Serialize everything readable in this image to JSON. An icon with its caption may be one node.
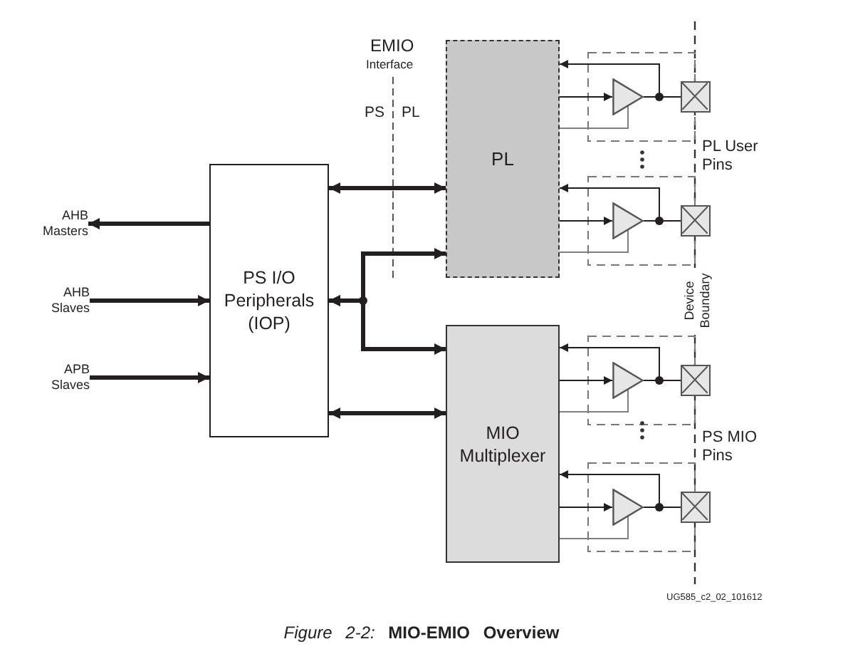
{
  "diagram": {
    "caption": "*Figure 2-2:* **MIO-EMIO Overview**",
    "nodes": [
      {
        "text": [
          "AHB Masters"
        ]
      },
      {
        "text": [
          "AHB Slaves"
        ]
      },
      {
        "text": [
          "APB Slaves"
        ]
      },
      {
        "text": [
          "PS I/O Peripherals (IOP)"
        ]
      },
      {
        "text": [
          "PL"
        ]
      },
      {
        "text": [
          "MIO Multiplexer"
        ]
      },
      {
        "text": [],
        "shape": "triangle"
      },
      {
        "text": [],
        "shape": "triangle"
      },
      {
        "text": [],
        "shape": "triangle"
      },
      {
        "text": [],
        "shape": "triangle"
      },
      {
        "text": [],
        "shape": "box"
      },
      {
        "text": [],
        "shape": "box"
      },
      {
        "text": [],
        "shape": "box"
      },
      {
        "text": [],
        "shape": "box"
      }
    ],
    "edges": [
      {
        "from": 3,
        "to": 0,
        "arrow": "to",
        "style": "thick"
      },
      {
        "from": 1,
        "to": 3,
        "arrow": "to",
        "style": "thick"
      },
      {
        "from": 2,
        "to": 3,
        "arrow": "to",
        "style": "thick"
      },
      {
        "from": 3,
        "to": 4,
        "arrow": "both",
        "style": "thick"
      },
      {
        "from": 3,
        "to": 4,
        "arrow": "both",
        "style": "thick"
      },
      {
        "from": 3,
        "to": 5,
        "arrow": "both",
        "style": "thick"
      },
      {
        "from": 3,
        "to": 5,
        "arrow": "both",
        "style": "thick"
      },
      {
        "from": 4,
        "to": 6,
        "arrow": "to"
      },
      {
        "from": 4,
        "to": 6,
        "arrow": "none",
        "color": "#808080"
      },
      {
        "from": 6,
        "to": 10,
        "arrow": "none"
      },
      {
        "from": 10,
        "to": 4,
        "arrow": "to"
      },
      {
        "from": 4,
        "to": 7,
        "arrow": "to"
      },
      {
        "from": 4,
        "to": 7,
        "arrow": "none",
        "color": "#808080"
      },
      {
        "from": 7,
        "to": 11,
        "arrow": "none"
      },
      {
        "from": 11,
        "to": 4,
        "arrow": "to"
      },
      {
        "from": 5,
        "to": 8,
        "arrow": "to"
      },
      {
        "from": 5,
        "to": 8,
        "arrow": "none",
        "color": "#808080"
      },
      {
        "from": 8,
        "to": 12,
        "arrow": "none"
      },
      {
        "from": 12,
        "to": 5,
        "arrow": "to"
      },
      {
        "from": 5,
        "to": 9,
        "arrow": "to"
      },
      {
        "from": 5,
        "to": 9,
        "arrow": "none",
        "color": "#808080"
      },
      {
        "from": 9,
        "to": 13,
        "arrow": "none"
      },
      {
        "from": 13,
        "to": 5,
        "arrow": "to"
      }
    ],
    "labels": [
      "EMIO",
      "Interface",
      "PS",
      "PL",
      "PL User Pins",
      "Device Boundary",
      "PS MIO Pins",
      "UG585_c2_02_101612"
    ]
  }
}
